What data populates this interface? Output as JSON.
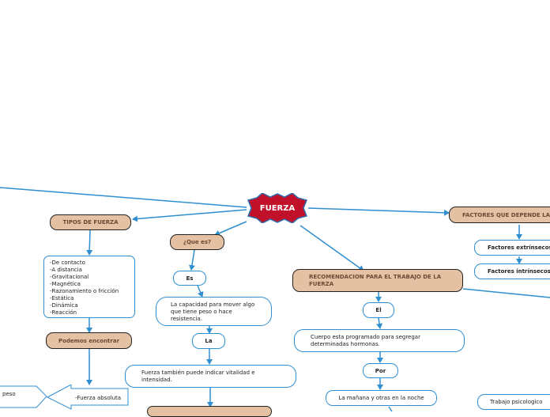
{
  "central": "FUERZA",
  "tipos": {
    "title": "TIPOS DE FUERZA",
    "items": [
      "-De contacto",
      "-A distancia",
      "-Gravitacional",
      "-Magnética",
      "-Razonamiento o fricción",
      "-Estática",
      "-Dinámica",
      "-Reacción"
    ],
    "podemos": "Podemos encontrar",
    "absoluta": "-Fuerza absoluta",
    "peso": "peso"
  },
  "quees": {
    "title": "¿Que es?",
    "es": "Es",
    "def": "La capacidad para mover algo que tiene peso o hace resistencia.",
    "la": "La",
    "vitalidad": "Fuerza también puede indicar vitalidad e intensidad."
  },
  "recomendacion": {
    "title": "RECOMENDACION PARA EL TRABAJO DE LA FUERZA",
    "el": "El",
    "cuerpo": "Cuerpo esta programado para segregar determinadas hormonas.",
    "por": "Por",
    "manana": "La mañana y otras en la noche"
  },
  "factores": {
    "title": "FACTORES QUE DEPENDE LA",
    "extrinsecos": "Factores extrínsecos",
    "intrinsecos": "Factores intrínsecos"
  },
  "trabajo": "Trabajo psicologico",
  "colors": {
    "line": "#2f8fd0",
    "central": "#c0102a",
    "tan": "#e4c1a3"
  }
}
